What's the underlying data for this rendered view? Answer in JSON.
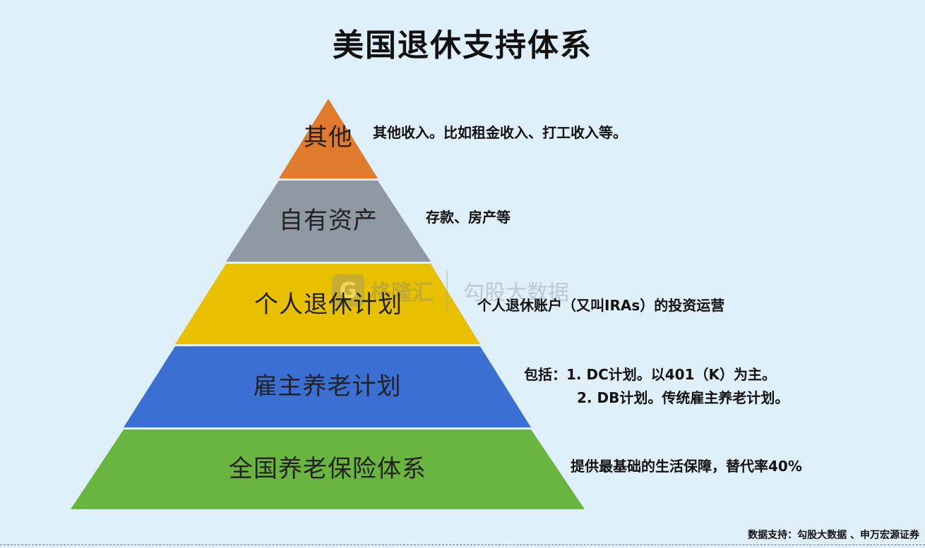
{
  "title": "美国退休支持体系",
  "tiers": [
    {
      "label": "其他",
      "color": "#e07b2e",
      "description": "其他收入。比如租金收入、打工收入等。"
    },
    {
      "label": "自有资产",
      "color": "#8e99a3",
      "description": "存款、房产等"
    },
    {
      "label": "个人退休计划",
      "color": "#e8c000",
      "description": "个人退休账户（又叫IRAs）的投资运营"
    },
    {
      "label": "雇主养老计划",
      "color": "#3b6fd1",
      "description_lines": [
        "包括：1. DC计划。以401（K）为主。",
        "2. DB计划。传统雇主养老计划。"
      ]
    },
    {
      "label": "全国养老保险体系",
      "color": "#6ab53f",
      "description": "提供最基础的生活保障，替代率40%"
    }
  ],
  "watermark": {
    "icon_letter": "G",
    "brand": "格隆汇",
    "brand2": "勾股大数据"
  },
  "credit": "数据支持：勾股大数据 、申万宏源证券"
}
